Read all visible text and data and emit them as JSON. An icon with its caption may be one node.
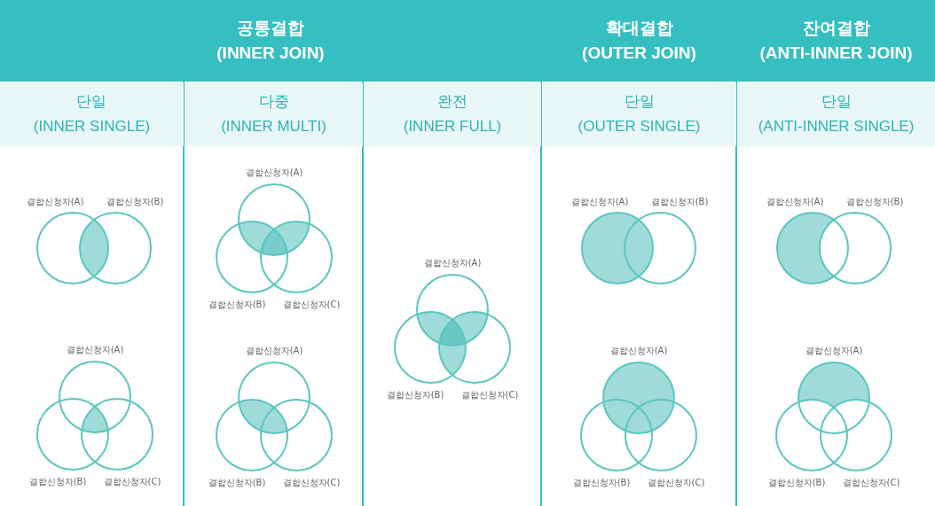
{
  "diagram": {
    "labels": [
      "공통결합 (INNER JOIN)",
      "확대결합 (OUTER JOIN)",
      "잔여결합 (ANTI-INNER JOIN)",
      "단일 (INNER SINGLE)",
      "다중 (INNER MULTI)",
      "완전 (INNER FULL)",
      "단일 (OUTER SINGLE)",
      "단일 (ANTI-INNER SINGLE)",
      "결합신청자(A)",
      "결합신청자(B)",
      "결합신청자(A)",
      "결합신청자(B)",
      "결합신청자(C)",
      "결합신청자(A)",
      "결합신청자(B)",
      "결합신청자(C)",
      "결합신청자(A)",
      "결합신청자(B)",
      "결합신청자(C)",
      "결합신청자(A)",
      "결합신청자(B)",
      "결합신청자(C)",
      "결합신청자(A)",
      "결합신청자(B)",
      "결합신청자(A)",
      "결합신청자(B)",
      "결합신청자(C)",
      "결합신청자(A)",
      "결합신청자(B)",
      "결합신청자(A)",
      "결합신청자(B)",
      "결합신청자(C)"
    ]
  }
}
